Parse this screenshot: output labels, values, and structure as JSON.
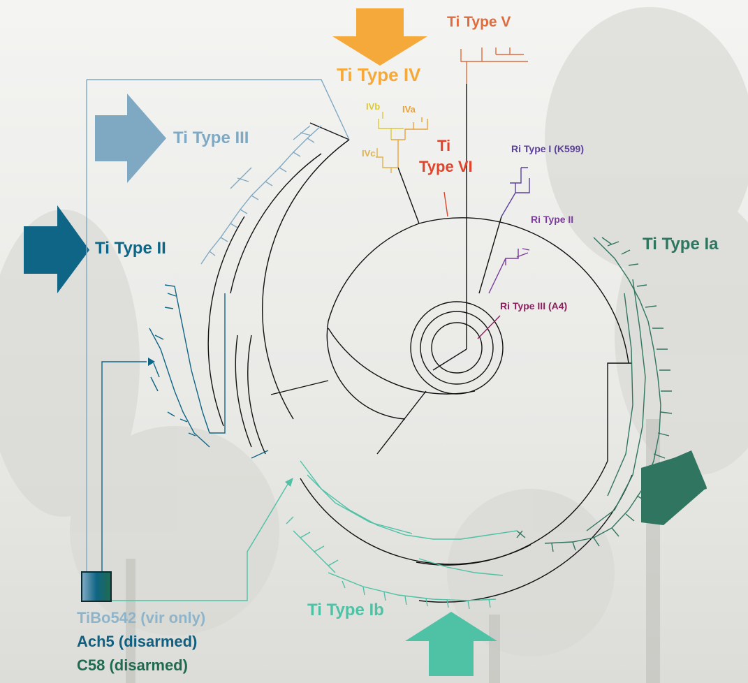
{
  "labels": {
    "ti_type_v": "Ti Type V",
    "ti_type_iv": "Ti Type IV",
    "ivb": "IVb",
    "iva": "IVa",
    "ivc": "IVc",
    "ti_type_vi_line1": "Ti",
    "ti_type_vi_line2": "Type VI",
    "ti_type_iii": "Ti Type III",
    "ti_type_ii": "Ti Type II",
    "ri_type_i": "Ri Type I (K599)",
    "ri_type_ii": "Ri Type II",
    "ti_type_ia": "Ti Type Ia",
    "ri_type_iii": "Ri Type III (A4)",
    "ti_type_ib": "Ti Type Ib"
  },
  "legend": {
    "line1": "TiBo542 (vir only)",
    "line2": "Ach5 (disarmed)",
    "line3": "C58 (disarmed)"
  },
  "colors": {
    "type_v": "#e06b3c",
    "type_iv": "#f5a93a",
    "ivb": "#d9c93a",
    "iva": "#e8a23a",
    "ivc": "#e0b24a",
    "type_vi": "#e0442c",
    "type_iii": "#7fa9c3",
    "type_ii": "#0f6585",
    "ri_type_i": "#5b3f9c",
    "ri_type_ii": "#7a3c9a",
    "ri_type_iii": "#8a1f5c",
    "type_ia": "#2f7560",
    "type_ib": "#4fc1a5",
    "tree": "#111111",
    "legend_line1": "#8fb4c9",
    "legend_line2": "#0f5f80",
    "legend_line3": "#1f6b50"
  },
  "arrows": [
    {
      "name": "ti-type-iv-arrow",
      "direction": "down",
      "color": "#f5a93a"
    },
    {
      "name": "ti-type-iii-arrow",
      "direction": "right",
      "color": "#7fa9c3"
    },
    {
      "name": "ti-type-ii-arrow",
      "direction": "right",
      "color": "#0f6585"
    },
    {
      "name": "ti-type-ia-arrow",
      "direction": "down-left",
      "color": "#2f7560"
    },
    {
      "name": "ti-type-ib-arrow",
      "direction": "up",
      "color": "#4fc1a5"
    }
  ]
}
